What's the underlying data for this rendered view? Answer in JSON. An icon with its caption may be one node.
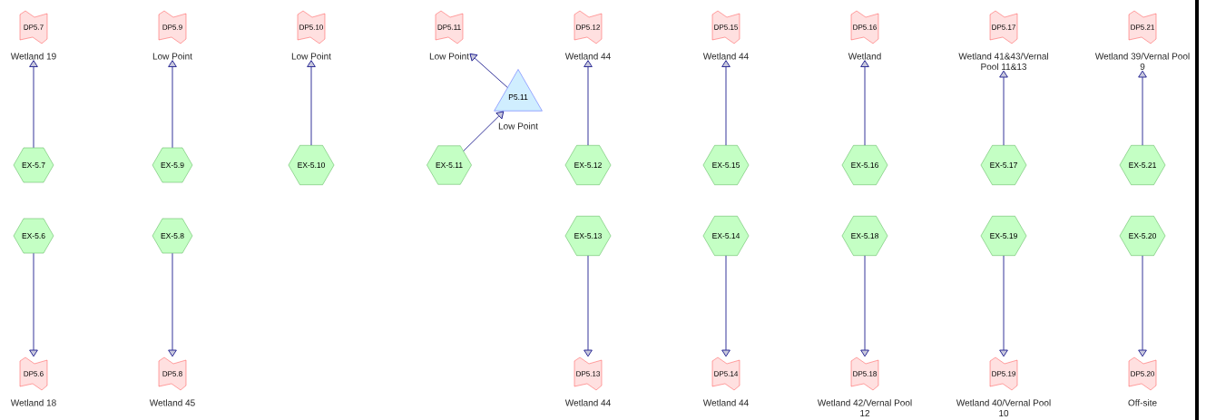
{
  "diagram": {
    "nodes": [
      {
        "text": [
          "DP5.7"
        ],
        "beside": [
          "Wetland 19"
        ]
      },
      {
        "text": [
          "DP5.9"
        ],
        "beside": [
          "Low Point"
        ]
      },
      {
        "text": [
          "DP5.10"
        ],
        "beside": [
          "Low Point"
        ]
      },
      {
        "text": [
          "DP5.11"
        ],
        "beside": [
          "Low Point"
        ]
      },
      {
        "text": [
          "DP5.12"
        ],
        "beside": [
          "Wetland 44"
        ]
      },
      {
        "text": [
          "DP5.15"
        ],
        "beside": [
          "Wetland 44"
        ]
      },
      {
        "text": [
          "DP5.16"
        ],
        "beside": [
          "Wetland"
        ]
      },
      {
        "text": [
          "DP5.17"
        ],
        "beside": [
          "Wetland 41&43/Vernal Pool 11&13"
        ]
      },
      {
        "text": [
          "DP5.21"
        ],
        "beside": [
          "Wetland 39/Vernal Pool 9"
        ]
      },
      {
        "text": [
          "P5.11"
        ],
        "beside": [
          "Low Point"
        ]
      },
      {
        "text": [
          "EX-5.7"
        ]
      },
      {
        "text": [
          "EX-5.9"
        ]
      },
      {
        "text": [
          "EX-5.10"
        ]
      },
      {
        "text": [
          "EX-5.11"
        ]
      },
      {
        "text": [
          "EX-5.12"
        ]
      },
      {
        "text": [
          "EX-5.15"
        ]
      },
      {
        "text": [
          "EX-5.16"
        ]
      },
      {
        "text": [
          "EX-5.17"
        ]
      },
      {
        "text": [
          "EX-5.21"
        ]
      },
      {
        "text": [
          "EX-5.6"
        ]
      },
      {
        "text": [
          "EX-5.8"
        ]
      },
      {
        "text": [
          "EX-5.13"
        ]
      },
      {
        "text": [
          "EX-5.14"
        ]
      },
      {
        "text": [
          "EX-5.18"
        ]
      },
      {
        "text": [
          "EX-5.19"
        ]
      },
      {
        "text": [
          "EX-5.20"
        ]
      },
      {
        "text": [
          "DP5.6"
        ],
        "beside": [
          "Wetland 18"
        ]
      },
      {
        "text": [
          "DP5.8"
        ],
        "beside": [
          "Wetland 45"
        ]
      },
      {
        "text": [
          "DP5.13"
        ],
        "beside": [
          "Wetland 44"
        ]
      },
      {
        "text": [
          "DP5.14"
        ],
        "beside": [
          "Wetland 44"
        ]
      },
      {
        "text": [
          "DP5.18"
        ],
        "beside": [
          "Wetland 42/Vernal Pool 12"
        ]
      },
      {
        "text": [
          "DP5.19"
        ],
        "beside": [
          "Wetland 40/Vernal Pool 10"
        ]
      },
      {
        "text": [
          "DP5.20"
        ],
        "beside": [
          "Off-site"
        ]
      }
    ],
    "edges": [
      {
        "from": 10,
        "to": 0,
        "arrow": "to"
      },
      {
        "from": 11,
        "to": 1,
        "arrow": "to"
      },
      {
        "from": 12,
        "to": 2,
        "arrow": "to"
      },
      {
        "from": 13,
        "to": 9,
        "arrow": "to"
      },
      {
        "from": 9,
        "to": 3,
        "arrow": "to"
      },
      {
        "from": 14,
        "to": 4,
        "arrow": "to"
      },
      {
        "from": 15,
        "to": 5,
        "arrow": "to"
      },
      {
        "from": 16,
        "to": 6,
        "arrow": "to"
      },
      {
        "from": 17,
        "to": 7,
        "arrow": "to"
      },
      {
        "from": 18,
        "to": 8,
        "arrow": "to"
      },
      {
        "from": 19,
        "to": 26,
        "arrow": "to"
      },
      {
        "from": 20,
        "to": 27,
        "arrow": "to"
      },
      {
        "from": 21,
        "to": 28,
        "arrow": "to"
      },
      {
        "from": 22,
        "to": 29,
        "arrow": "to"
      },
      {
        "from": 23,
        "to": 30,
        "arrow": "to"
      },
      {
        "from": 24,
        "to": 31,
        "arrow": "to"
      },
      {
        "from": 25,
        "to": 32,
        "arrow": "to"
      }
    ]
  }
}
